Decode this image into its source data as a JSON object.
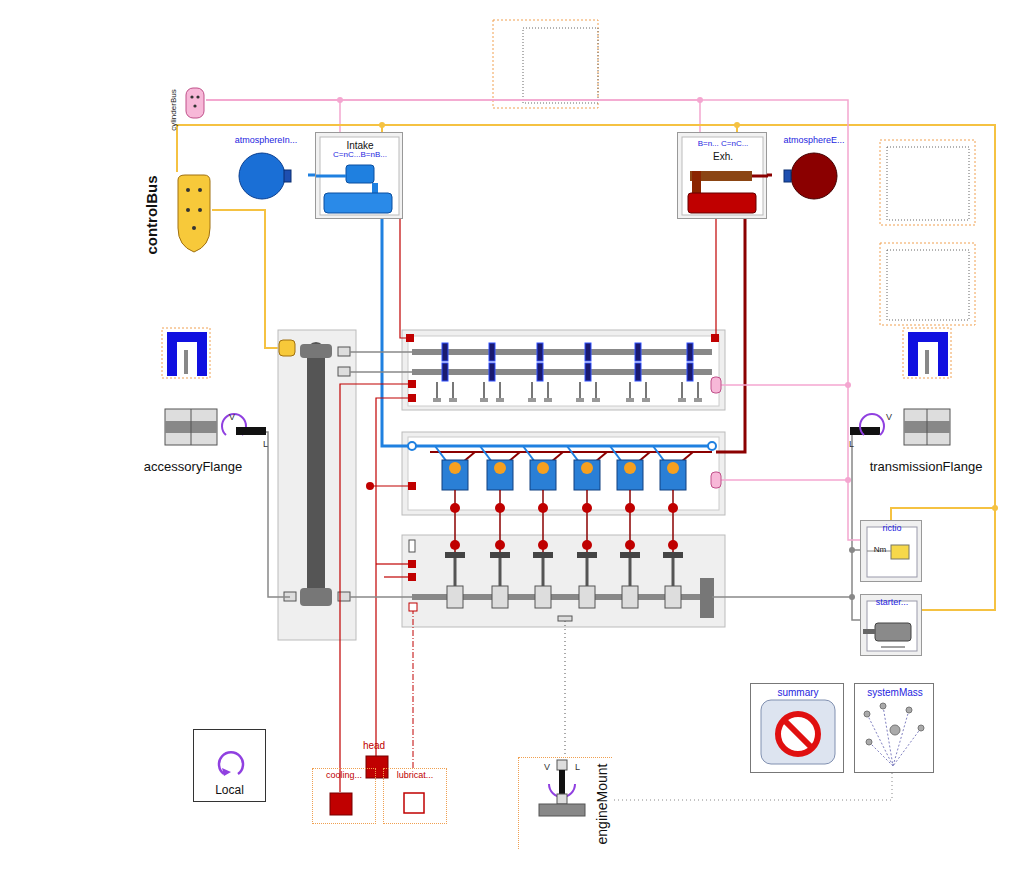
{
  "diagram": {
    "nodes": [
      {
        "text": [
          "cylinderBus"
        ]
      },
      {
        "text": [
          "controlBus"
        ]
      },
      {
        "text": [
          "atmosphereIn..."
        ]
      },
      {
        "text": [
          "Intake",
          "C=nC...B=nB..."
        ]
      },
      {
        "text": [
          "B=n... C=nC...",
          "Exh."
        ]
      },
      {
        "text": [
          "atmosphereE..."
        ]
      },
      {
        "text": [
          "accessoryFlange"
        ]
      },
      {
        "text": [
          "transmissionFlange"
        ]
      },
      {
        "text": [
          "rictio",
          "Nm"
        ]
      },
      {
        "text": [
          "starter..."
        ]
      },
      {
        "text": [
          "summary"
        ]
      },
      {
        "text": [
          "systemMass"
        ]
      },
      {
        "text": [
          "head"
        ]
      },
      {
        "text": [
          "cooling..."
        ]
      },
      {
        "text": [
          "lubricat..."
        ]
      },
      {
        "text": [
          "engineMount"
        ]
      },
      {
        "text": [
          "Local"
        ]
      }
    ],
    "edges": [
      {
        "from": 1,
        "to": 3,
        "arrow": "none"
      },
      {
        "from": 1,
        "to": 4,
        "arrow": "none"
      },
      {
        "from": 0,
        "to": 3,
        "arrow": "none"
      },
      {
        "from": 0,
        "to": 4,
        "arrow": "none"
      },
      {
        "from": 2,
        "to": 3,
        "arrow": "none"
      },
      {
        "from": 4,
        "to": 5,
        "arrow": "none"
      },
      {
        "from": 1,
        "to": 8,
        "arrow": "none"
      },
      {
        "from": 1,
        "to": 9,
        "arrow": "none"
      },
      {
        "from": 0,
        "to": 8,
        "arrow": "none"
      },
      {
        "from": 11,
        "to": 15,
        "arrow": "none"
      }
    ],
    "labels": [
      "V",
      "L",
      "V",
      "L",
      "V",
      "L"
    ]
  }
}
